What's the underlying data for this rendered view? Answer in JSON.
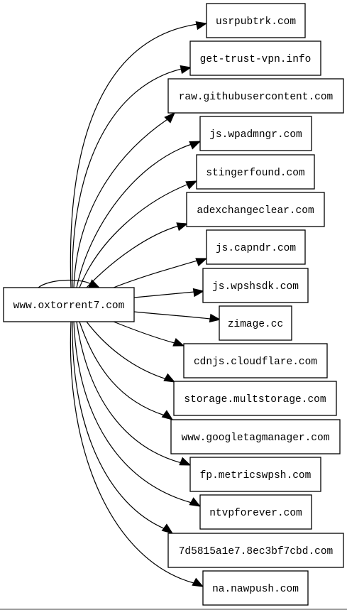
{
  "graph": {
    "source": "www.oxtorrent7.com",
    "targets": [
      "usrpubtrk.com",
      "get-trust-vpn.info",
      "raw.githubusercontent.com",
      "js.wpadmngr.com",
      "stingerfound.com",
      "adexchangeclear.com",
      "js.capndr.com",
      "js.wpshsdk.com",
      "zimage.cc",
      "cdnjs.cloudflare.com",
      "storage.multstorage.com",
      "www.googletagmanager.com",
      "fp.metricswpsh.com",
      "ntvpforever.com",
      "7d5815a1e7.8ec3bf7cbd.com",
      "na.nawpush.com"
    ],
    "self_loop": true,
    "colors": {
      "stroke": "#000000",
      "fill": "#ffffff"
    }
  }
}
